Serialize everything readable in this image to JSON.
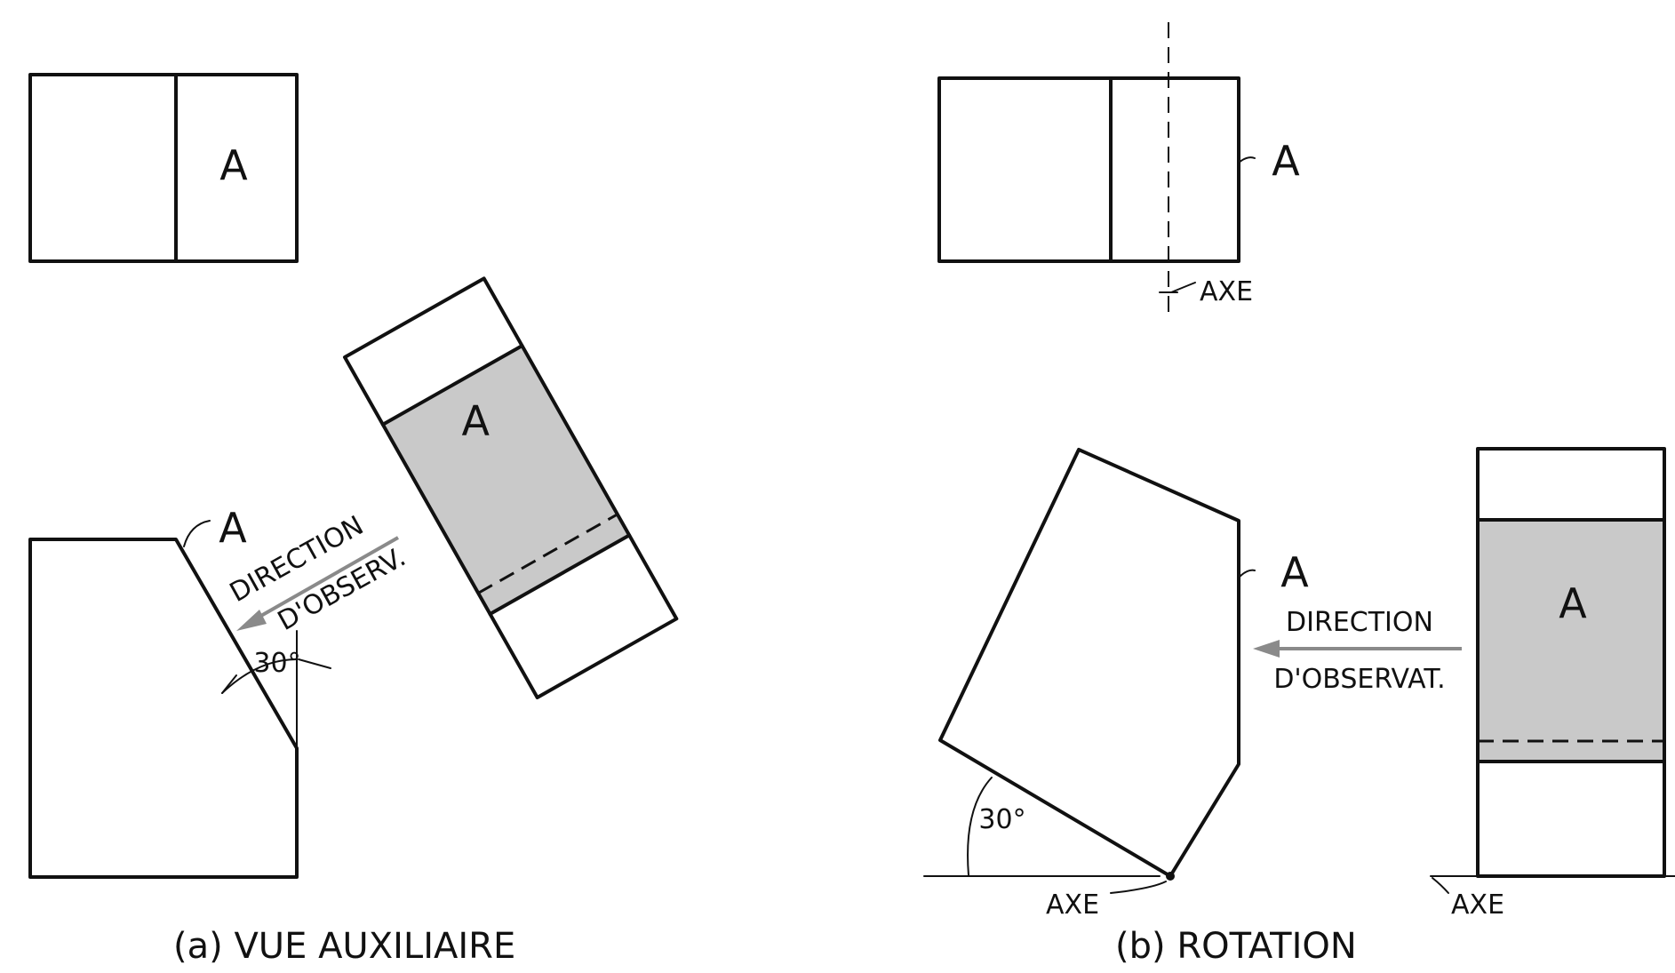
{
  "labels": {
    "face": "A",
    "axis": "AXE",
    "direction": "DIRECTION",
    "observation_a": "D'OBSERV.",
    "observation_b": "D'OBSERVAT.",
    "angle": "30°"
  },
  "captions": {
    "a": "(a) VUE AUXILIAIRE",
    "b": "(b)  ROTATION"
  },
  "colors": {
    "line": "#111111",
    "shading": "#c9c9c9",
    "arrow": "#8a8a8a"
  }
}
